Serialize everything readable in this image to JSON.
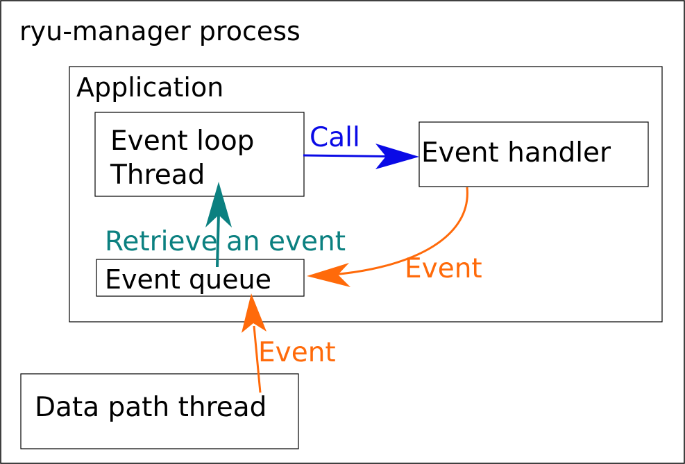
{
  "diagram": {
    "outer": {
      "label": "ryu-manager process"
    },
    "application": {
      "label": "Application"
    },
    "event_loop": {
      "lines": [
        "Event loop",
        "Thread"
      ]
    },
    "event_handler": {
      "label": "Event handler"
    },
    "event_queue": {
      "label": "Event queue"
    },
    "data_path": {
      "label": "Data path thread"
    },
    "edges": {
      "call": {
        "label": "Call",
        "color": "#0a0ae6"
      },
      "retrieve": {
        "label": "Retrieve an event",
        "color": "#0b8080"
      },
      "handler_event": {
        "label": "Event",
        "color": "#ff6a0a"
      },
      "datapath_event": {
        "label": "Event",
        "color": "#ff6a0a"
      }
    },
    "colors": {
      "stroke": "#000000",
      "text": "#000000",
      "background": "#ffffff"
    }
  }
}
